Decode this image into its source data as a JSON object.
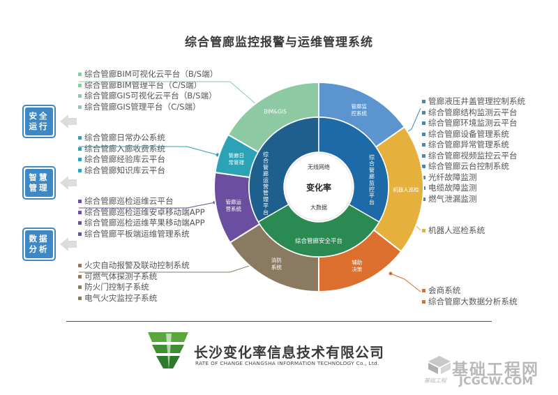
{
  "title": "综合管廊监控报警与运维管理系统",
  "badges": [
    {
      "line1": "安全",
      "line2": "运行"
    },
    {
      "line1": "智慧",
      "line2": "管理"
    },
    {
      "line1": "数据",
      "line2": "分析"
    }
  ],
  "left_groups": [
    {
      "color": "#8dc9a2",
      "items": [
        "综合管廊BIM可视化云平台（B/S端）",
        "综合管廊BIM管理平台（C/S端）",
        "综合管廊GIS可视化云平台（B/S端）",
        "综合管廊GIS管理平台（C/S端）"
      ]
    },
    {
      "color": "#2ba2b5",
      "items": [
        "综合管廊日常办公系统",
        "综合管廊入廊收费系统",
        "综合管廊经验库云平台",
        "综合管廊知识库云平台"
      ]
    },
    {
      "color": "#6a4fa0",
      "items": [
        "综合管廊巡检运维云平台",
        "综合管廊巡检运维安卓移动端APP",
        "综合管廊巡检运维苹果移动端APP",
        "综合管廊平板端运维管理系统"
      ]
    },
    {
      "color": "#8a7a62",
      "items": [
        "火灾自动报警及联动控制系统",
        "可燃气体探测子系统",
        "防火门控制子系统",
        "电气火灾监控子系统"
      ]
    }
  ],
  "right_groups": [
    {
      "color": "#3e88c6",
      "items": [
        "管廊液压井盖管理控制系统",
        "综合管廊结构监测云平台",
        "综合管廊环境监测云平台",
        "综合管廊设备管理系统",
        "综合管廊异常管理系统",
        "综合管廊视频监控云平台",
        "综合管廊云台控制系统",
        "光纤故障监测",
        "电缆故障监测",
        "燃气泄漏监测"
      ]
    },
    {
      "color": "#e6b03c",
      "items": [
        "机器人巡检系统"
      ]
    },
    {
      "color": "#dc6e2e",
      "items": [
        "会商系统",
        "综合管廊大数据分析系统"
      ]
    }
  ],
  "ring": {
    "outer_segments": [
      {
        "label": "BIM&GIS",
        "color": "#8dc9a2"
      },
      {
        "label": "管廊监控系统",
        "color": "#5b94cf"
      },
      {
        "label": "机器人巡检",
        "color": "#e6b03c"
      },
      {
        "label": "辅助决策",
        "color": "#dc6e2e"
      },
      {
        "label": "消防系统",
        "color": "#8a7a62"
      },
      {
        "label": "管廊运营系统",
        "color": "#6a4fa0"
      },
      {
        "label": "管廊日常管理",
        "color": "#2ba2b5"
      }
    ],
    "middle": {
      "left": "综合管廊运营管理平台",
      "right": "综合管廊监控平台",
      "bottom": "综合管廊安全平台"
    },
    "core": {
      "top": "无线网络",
      "center": "变化率",
      "bottom": "大数据"
    }
  },
  "company": {
    "name_cn": "长沙变化率信息技术有限公司",
    "name_en": "RATE OF CHANGE  CHANGSHA INFORMATION TECHNOLOGY Co., Ltd."
  },
  "watermark": {
    "cn": "基础工程网",
    "url": "JCGCW.COM",
    "small": "基础工程"
  }
}
